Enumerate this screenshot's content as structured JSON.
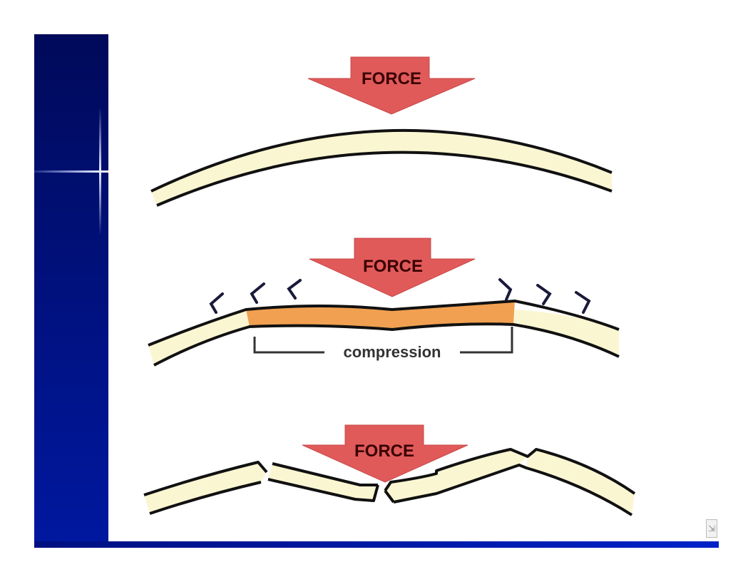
{
  "diagram": {
    "panels": [
      {
        "force_label": "FORCE"
      },
      {
        "force_label": "FORCE",
        "compression_label": "compression"
      },
      {
        "force_label": "FORCE"
      }
    ],
    "colors": {
      "arrow": "#e05a5a",
      "bone": "#fbf6d2",
      "outline": "#111111",
      "compression_zone": "#f0a050",
      "slide_bar": "#001080"
    },
    "corner_icon": "resize-icon"
  }
}
